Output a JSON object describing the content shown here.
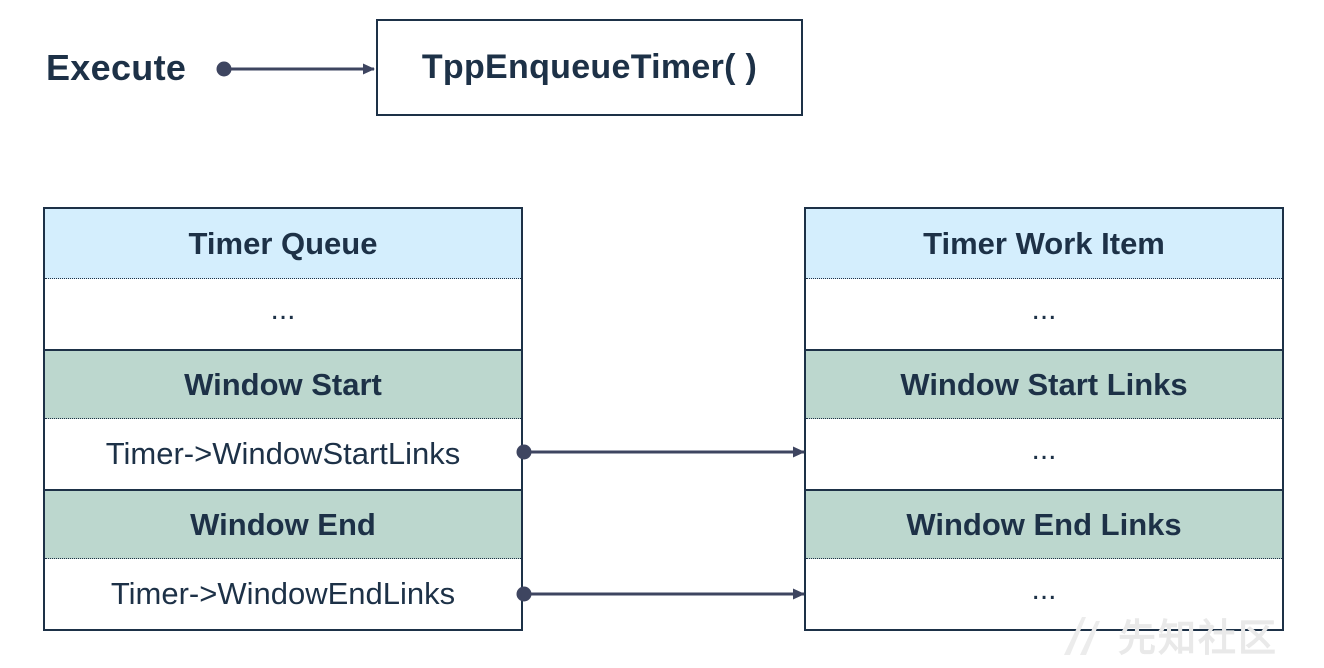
{
  "execute": {
    "label": "Execute",
    "target": "TppEnqueueTimer( )"
  },
  "timer_queue": {
    "title": "Timer Queue",
    "rows": [
      "...",
      "Window Start",
      "Timer->WindowStartLinks",
      "Window End",
      "Timer->WindowEndLinks"
    ]
  },
  "timer_work_item": {
    "title": "Timer Work Item",
    "rows": [
      "...",
      "Window Start Links",
      "...",
      "Window End Links",
      "..."
    ]
  },
  "watermark": {
    "text": "先知社区"
  },
  "colors": {
    "ink": "#1d3147",
    "arrow": "#3e4560",
    "header_fill": "#d4eefd",
    "section_fill": "#bcd7ce"
  }
}
